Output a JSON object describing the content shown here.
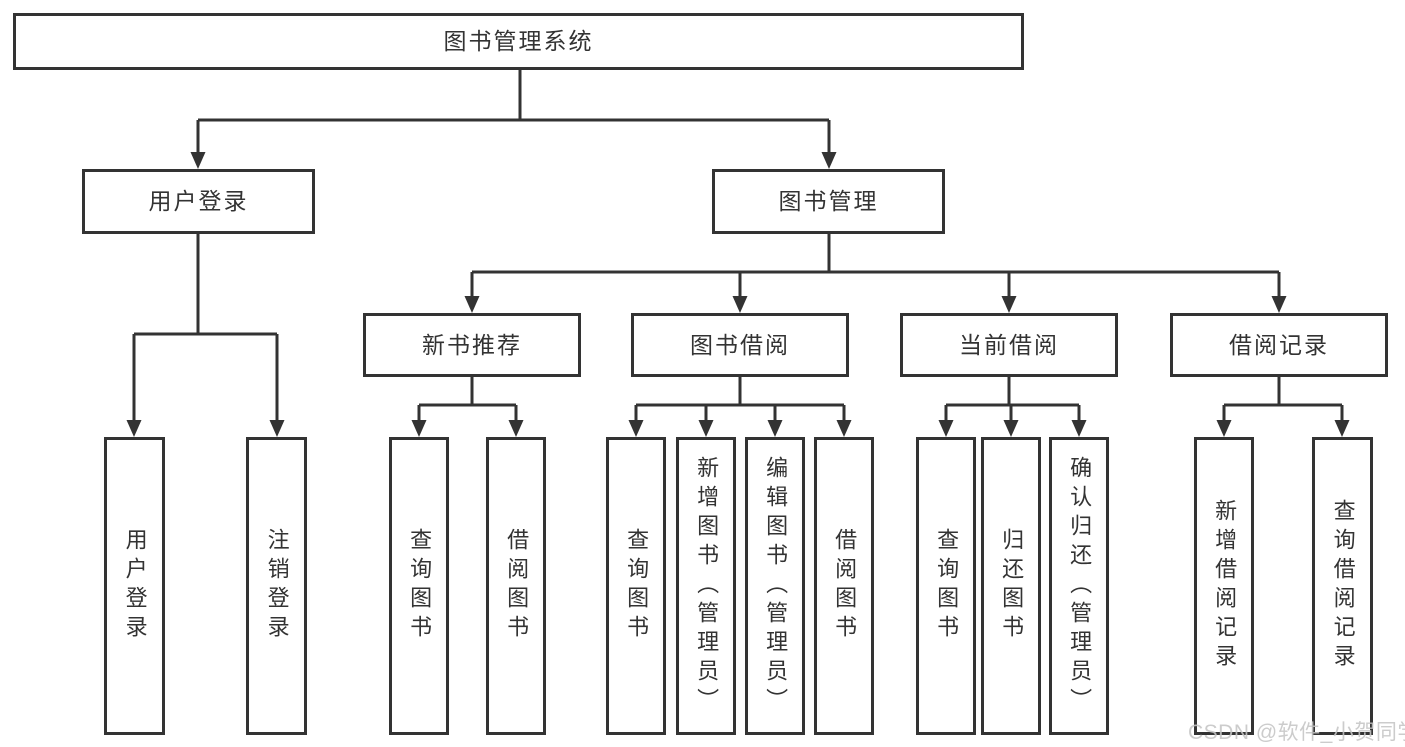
{
  "diagram": {
    "root": {
      "label": "图书管理系统"
    },
    "branches": {
      "user_login": {
        "label": "用户登录",
        "leaves": [
          {
            "label": "用户登录"
          },
          {
            "label": "注销登录"
          }
        ]
      },
      "book_management": {
        "label": "图书管理",
        "groups": [
          {
            "label": "新书推荐",
            "leaves": [
              {
                "label": "查询图书"
              },
              {
                "label": "借阅图书"
              }
            ]
          },
          {
            "label": "图书借阅",
            "leaves": [
              {
                "label": "查询图书"
              },
              {
                "label": "新增图书（管理员）"
              },
              {
                "label": "编辑图书（管理员）"
              },
              {
                "label": "借阅图书"
              }
            ]
          },
          {
            "label": "当前借阅",
            "leaves": [
              {
                "label": "查询图书"
              },
              {
                "label": "归还图书"
              },
              {
                "label": "确认归还（管理员）"
              }
            ]
          },
          {
            "label": "借阅记录",
            "leaves": [
              {
                "label": "新增借阅记录"
              },
              {
                "label": "查询借阅记录"
              }
            ]
          }
        ]
      }
    }
  },
  "watermark": {
    "text": "CSDN @软件_小贺同学"
  },
  "colors": {
    "line": "#333333",
    "text": "#333333",
    "background": "#ffffff",
    "watermark": "#c5c5c5"
  }
}
